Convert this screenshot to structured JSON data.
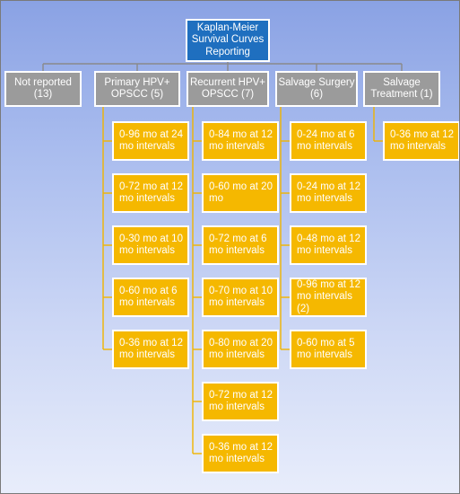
{
  "root": {
    "label": "Kaplan-Meier Survival Curves Reporting"
  },
  "categories": [
    {
      "label": "Not reported (13)",
      "items": []
    },
    {
      "label": "Primary HPV+ OPSCC (5)",
      "items": [
        "0-96 mo at 24 mo intervals",
        "0-72 mo at 12 mo intervals",
        "0-30 mo at 10 mo intervals",
        "0-60 mo at 6 mo intervals",
        "0-36 mo at 12 mo intervals"
      ]
    },
    {
      "label": "Recurrent HPV+ OPSCC (7)",
      "items": [
        "0-84 mo at 12 mo intervals",
        "0-60 mo at 20 mo",
        "0-72 mo at 6 mo intervals",
        "0-70 mo at 10 mo intervals",
        "0-80 mo at 20 mo intervals",
        "0-72 mo at 12 mo intervals",
        "0-36 mo at 12 mo intervals"
      ]
    },
    {
      "label": "Salvage Surgery (6)",
      "items": [
        "0-24 mo at 6 mo intervals",
        "0-24 mo at 12 mo intervals",
        "0-48 mo at 12 mo intervals",
        "0-96 mo at 12 mo intervals (2)",
        "0-60 mo at 5 mo intervals"
      ]
    },
    {
      "label": "Salvage Treatment (1)",
      "items": [
        "0-36 mo at 12 mo intervals"
      ]
    }
  ],
  "colors": {
    "root_fill": "#1f6fbf",
    "category_fill": "#9b9b9b",
    "leaf_fill": "#f5b800",
    "connector": "#f0b400",
    "root_connector": "#8a8a8a"
  }
}
